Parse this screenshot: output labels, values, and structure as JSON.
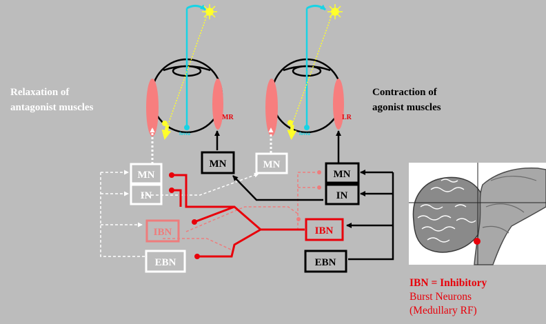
{
  "labels": {
    "relaxation_line1": "Relaxation of",
    "relaxation_line2": "antagonist muscles",
    "contraction_line1": "Contraction of",
    "contraction_line2": "agonist muscles",
    "mr": "MR",
    "lr": "LR",
    "fovea_left": "fovea",
    "fovea_right": "fovea"
  },
  "neurons": {
    "mn": "MN",
    "in": "IN",
    "ibn": "IBN",
    "ebn": "EBN"
  },
  "note": {
    "line1": "IBN = Inhibitory",
    "line2": "Burst Neurons",
    "line3": "(Medullary RF)"
  },
  "colors": {
    "background": "#bcbcbc",
    "inhibitory_red": "#e8000a",
    "faded_red": "#ee7c7c",
    "muscle_pink": "#f77e7e",
    "gaze_cyan": "#19d3e4",
    "target_yellow": "#ffff2a",
    "excitatory_black": "#000000",
    "inactive_white": "#ffffff"
  },
  "icons": [
    "sun-target-icon",
    "eye-icon",
    "brainstem-section-image"
  ]
}
